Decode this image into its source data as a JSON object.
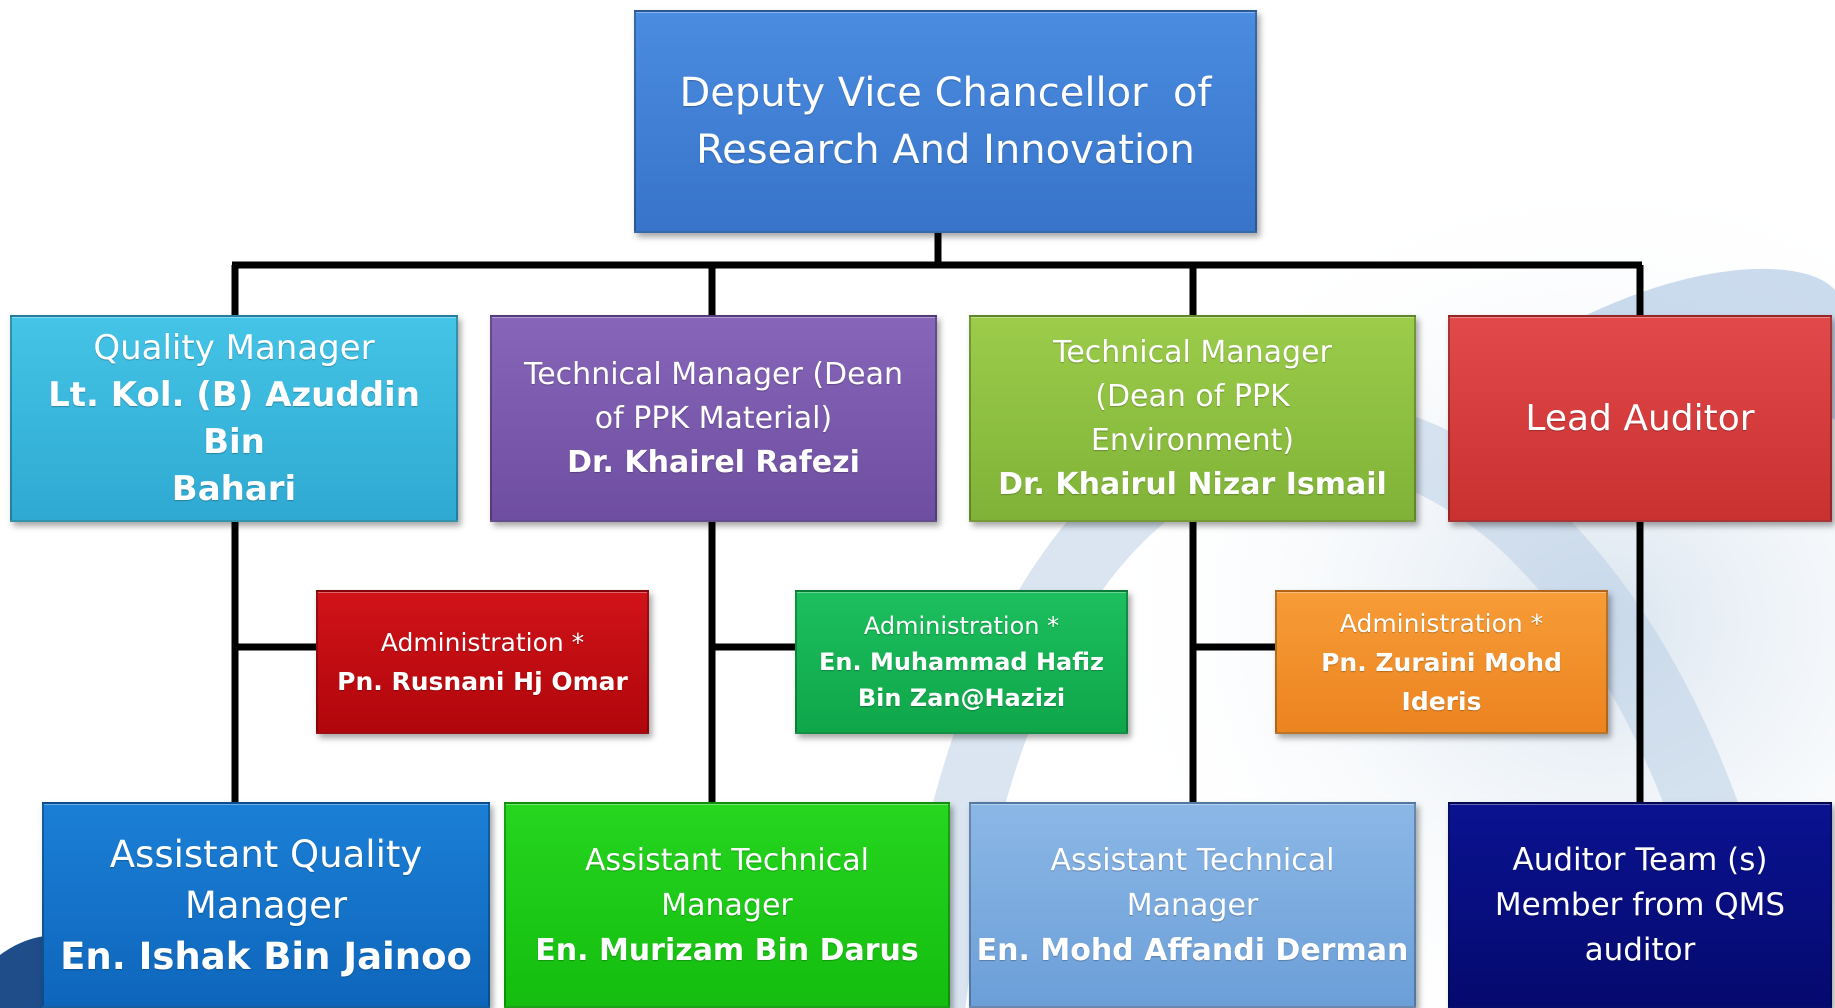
{
  "colors": {
    "connector": "#000000",
    "dvc": "#3f7ed3",
    "quality_manager": "#39b8dc",
    "tech_manager_material": "#7b5aad",
    "tech_manager_environment": "#8dc13e",
    "lead_auditor": "#d83a3a",
    "admin_1": "#c4090f",
    "admin_2": "#13b154",
    "admin_3": "#f38f27",
    "assistant_quality": "#1271c9",
    "assistant_tech_1": "#1acd14",
    "assistant_tech_2": "#7aabe0",
    "auditor_team": "#060b7c"
  },
  "top": {
    "line1": "Deputy Vice Chancellor  of",
    "line2": "Research And Innovation"
  },
  "managers": {
    "quality": {
      "title": "Quality Manager",
      "name_line1": "Lt. Kol. (B) Azuddin Bin",
      "name_line2": "Bahari"
    },
    "tech_material": {
      "title_line1": "Technical Manager (Dean",
      "title_line2": "of PPK Material)",
      "name": "Dr. Khairel Rafezi"
    },
    "tech_environment": {
      "title_line1": "Technical Manager",
      "title_line2": "(Dean of PPK",
      "title_line3": "Environment)",
      "name": "Dr. Khairul Nizar Ismail"
    },
    "lead_auditor": {
      "title": "Lead Auditor"
    }
  },
  "administration": [
    {
      "title": "Administration *",
      "name_line1": "Pn. Rusnani Hj Omar"
    },
    {
      "title": "Administration *",
      "name_line1": "En. Muhammad Hafiz",
      "name_line2": "Bin Zan@Hazizi"
    },
    {
      "title": "Administration *",
      "name_line1": "Pn. Zuraini Mohd",
      "name_line2": "Ideris"
    }
  ],
  "assistants": {
    "quality": {
      "title_line1": "Assistant Quality",
      "title_line2": "Manager",
      "name": "En. Ishak Bin Jainoo"
    },
    "tech_1": {
      "title_line1": "Assistant Technical",
      "title_line2": "Manager",
      "name": "En. Murizam Bin Darus"
    },
    "tech_2": {
      "title_line1": "Assistant Technical",
      "title_line2": "Manager",
      "name": "En. Mohd Affandi Derman"
    },
    "auditor_team": {
      "line1": "Auditor Team (s)",
      "line2": "Member from QMS",
      "line3": "auditor"
    }
  }
}
